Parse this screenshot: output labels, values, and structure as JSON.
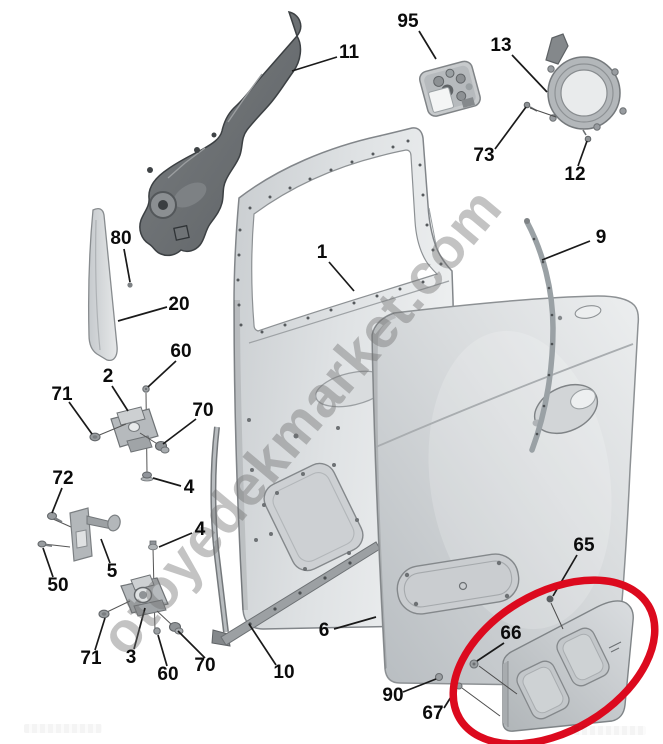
{
  "watermark": {
    "text": "otoyedekmarket.com"
  },
  "highlight": {
    "shape": "ellipse",
    "color": "#dc0a1e"
  },
  "labels": [
    "95",
    "11",
    "13",
    "73",
    "12",
    "9",
    "80",
    "20",
    "1",
    "60",
    "2",
    "71",
    "70",
    "4",
    "72",
    "4",
    "50",
    "5",
    "71",
    "3",
    "60",
    "70",
    "10",
    "6",
    "90",
    "67",
    "66",
    "65"
  ]
}
